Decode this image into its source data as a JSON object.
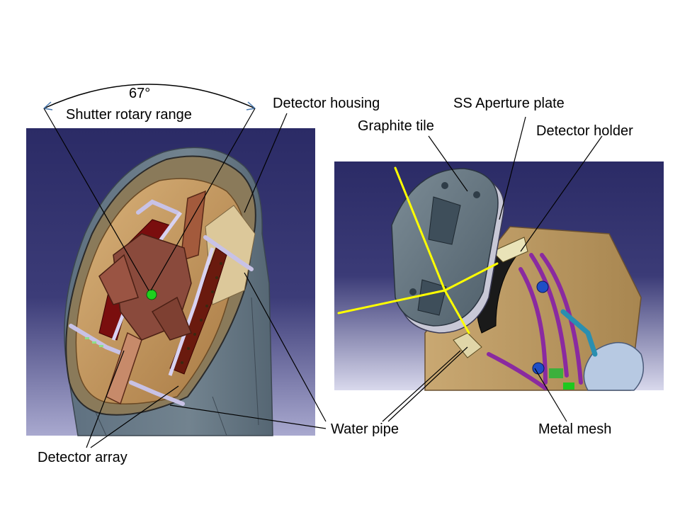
{
  "labels": {
    "angle": "67°",
    "shutter_range": "Shutter rotary range",
    "detector_housing": "Detector housing",
    "ss_aperture_plate": "SS Aperture plate",
    "graphite_tile": "Graphite tile",
    "detector_holder": "Detector holder",
    "water_pipe": "Water pipe",
    "metal_mesh": "Metal mesh",
    "detector_array": "Detector array"
  },
  "colors": {
    "background_navy": "#35356e",
    "housing_gray": "#6c7e8c",
    "copper": "#b98e55",
    "shutter": "#8a4a3c",
    "sight_line": "#ffff00",
    "dark_red": "#7a0e0e",
    "pipe_lavender": "#c8c2e6",
    "hose_purple": "#8a2aa0"
  }
}
